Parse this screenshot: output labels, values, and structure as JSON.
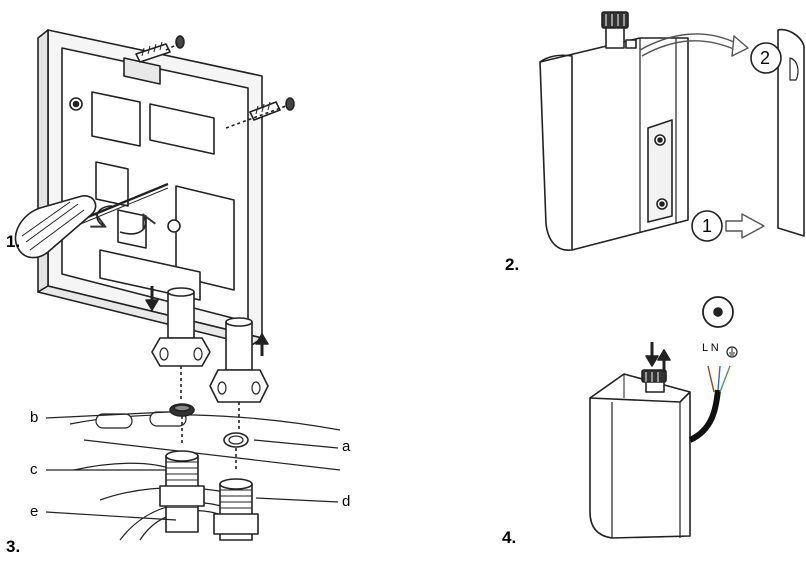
{
  "steps": [
    {
      "number": "1."
    },
    {
      "number": "2."
    },
    {
      "number": "3."
    },
    {
      "number": "4."
    }
  ],
  "step2_markers": {
    "first": "1",
    "second": "2"
  },
  "step3_labels": {
    "a": "a",
    "b": "b",
    "c": "c",
    "d": "d",
    "e": "e"
  },
  "step4_terminal_labels": "L N"
}
